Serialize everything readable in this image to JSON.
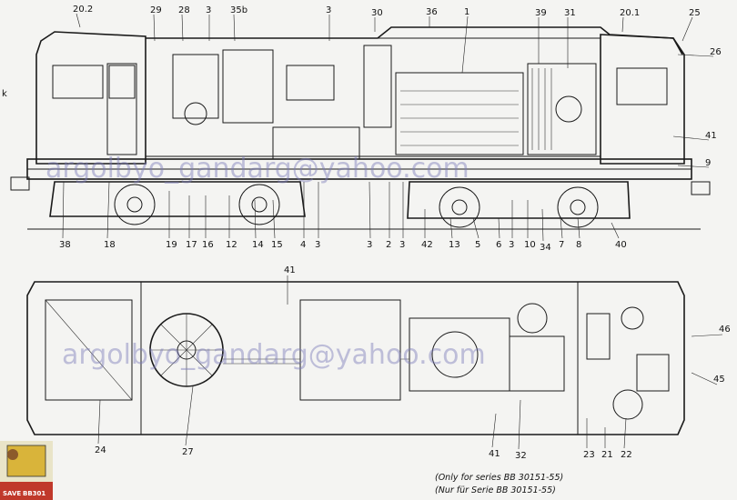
{
  "top_labels": [
    "20.2",
    "29",
    "28",
    "3",
    "35b",
    "3",
    "30",
    "36",
    "1",
    "39",
    "31",
    "20.1",
    "25",
    "26",
    "41",
    "9",
    "38",
    "18",
    "19",
    "17",
    "16",
    "12",
    "14",
    "15",
    "4",
    "3",
    "2",
    "3",
    "42",
    "13",
    "5",
    "3",
    "10",
    "34",
    "7",
    "8",
    "40",
    "3",
    "6"
  ],
  "top_label_k": "k",
  "plan_labels": [
    "41",
    "46",
    "45",
    "24",
    "27",
    "41",
    "32",
    "23",
    "21",
    "22"
  ],
  "watermark_top": "argolbyo_gandarg@yahoo.com",
  "watermark_bottom": "argolbyo_gandarg@yahoo.com",
  "note_line1": "(Only for series BB 30151-55)",
  "note_line2": "(Nur für Serie BB 30151-55)",
  "badge_text": "SAVE",
  "badge_id": "BB301",
  "colors": {
    "ink": "#1a1a1a",
    "watermark": "#7a7ab8",
    "paper": "#f4f4f2",
    "badge": "#c0392b"
  }
}
